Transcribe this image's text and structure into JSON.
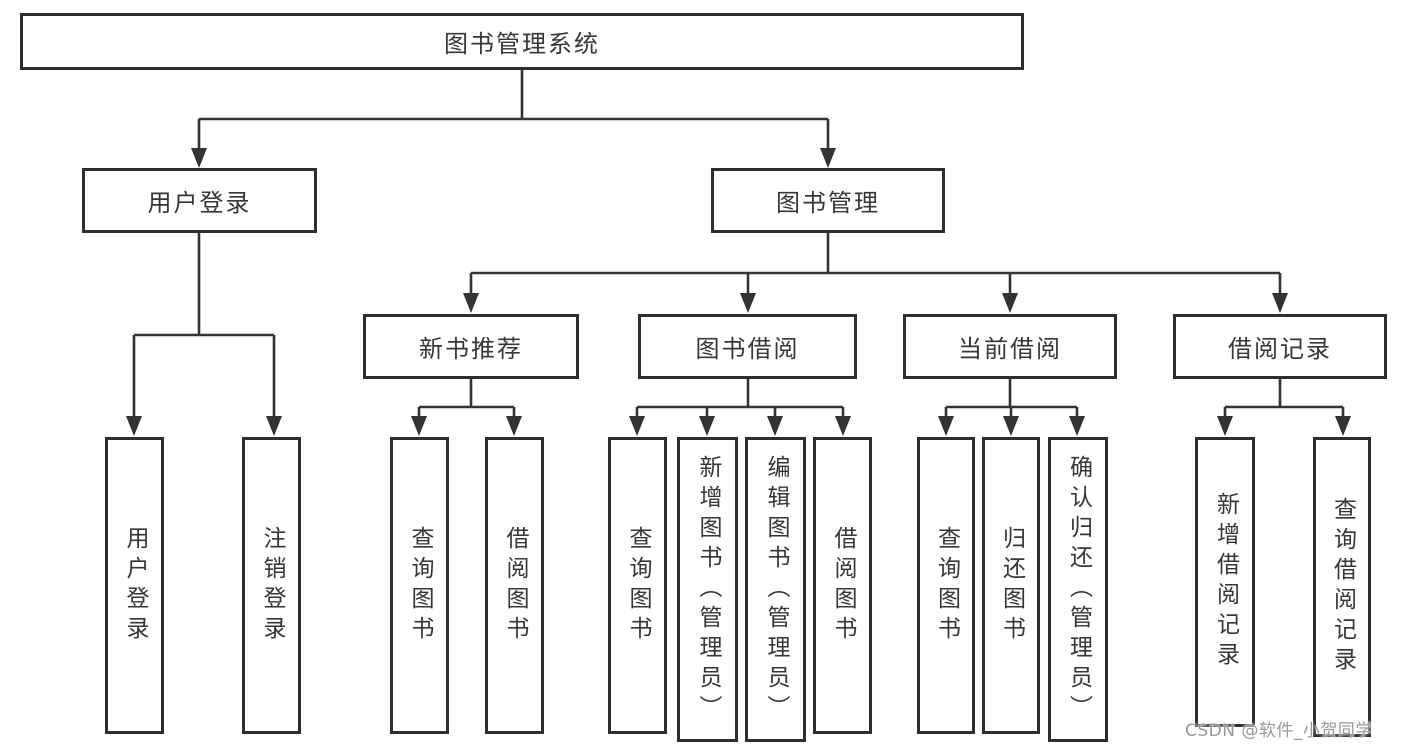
{
  "tree": {
    "label": "图书管理系统",
    "children": [
      {
        "label": "用户登录",
        "children": [
          {
            "label": "用户登录"
          },
          {
            "label": "注销登录"
          }
        ]
      },
      {
        "label": "图书管理",
        "children": [
          {
            "label": "新书推荐",
            "children": [
              {
                "label": "查询图书"
              },
              {
                "label": "借阅图书"
              }
            ]
          },
          {
            "label": "图书借阅",
            "children": [
              {
                "label": "查询图书"
              },
              {
                "label": "新增图书（管理员）"
              },
              {
                "label": "编辑图书（管理员）"
              },
              {
                "label": "借阅图书"
              }
            ]
          },
          {
            "label": "当前借阅",
            "children": [
              {
                "label": "查询图书"
              },
              {
                "label": "归还图书"
              },
              {
                "label": "确认归还（管理员）"
              }
            ]
          },
          {
            "label": "借阅记录",
            "children": [
              {
                "label": "新增借阅记录"
              },
              {
                "label": "查询借阅记录"
              }
            ]
          }
        ]
      }
    ]
  },
  "watermark": "CSDN @软件_小贺同学",
  "colors": {
    "line": "#333333",
    "box_border": "#2e2e2e",
    "text": "#363636",
    "watermark": "#979797",
    "background": "#ffffff"
  }
}
